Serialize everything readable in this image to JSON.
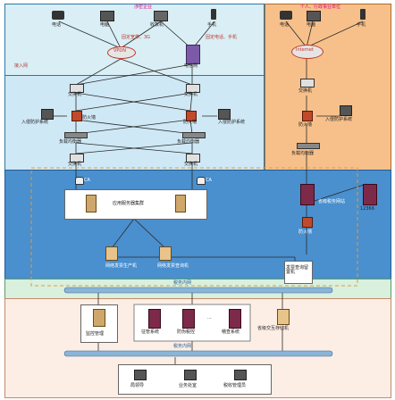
{
  "colors": {
    "access_bg": "#d9eef5",
    "access_frame": "#2b79a8",
    "core_bg": "#cfe8f5",
    "public_bg": "#f7c08a",
    "service_bg": "#4a8fce",
    "inner_bg": "#d8f0dc",
    "bottom_bg": "#fdeee5",
    "line": "#2a2a2a",
    "bus": "#8ab4d8",
    "red": "#c0392b",
    "pink": "#e4007f"
  },
  "labels": {
    "enterprise": "涉密企业",
    "phone_left": "电话",
    "pc_left": "电脑",
    "cashier": "收款机",
    "mobile_left": "手机",
    "link_broadband": "固定宽带、3G",
    "link_phone": "固定电话、手机",
    "vpdn": "VPDN",
    "telecom": "电信网",
    "access_net": "接入网",
    "switch_1": "交换机",
    "switch_2": "交换机",
    "firewall_1": "防火墙",
    "firewall_2": "防火墙",
    "ids_1": "入侵防护系统",
    "ids_2": "入侵防护系统",
    "lb_1": "负载均衡器",
    "lb_2": "负载均衡器",
    "switch_3": "交换机",
    "switch_4": "交换机",
    "public_title": "个人、行政事业单位",
    "phone_right": "电话",
    "pc_right": "电脑",
    "mobile_right": "手机",
    "internet": "Internet",
    "switch_5": "交换机",
    "firewall_3": "防火墙",
    "ids_3": "入侵防护系统",
    "lb_3": "负载均衡器",
    "ca_1": "CA",
    "ca_2": "CA",
    "app_cluster": "应用服务器集群",
    "provincial_site": "省级税务网站",
    "hotline": "12366",
    "firewall_4": "防火墙",
    "invoice_gen": "网络发票生产机",
    "invoice_query": "网络发票查询机",
    "invoice_query_dev": "发票查询留置机",
    "tax_net_1": "税务内网",
    "monitor": "监控管理",
    "tax_collection": "征管系统",
    "anti_fraud": "防伪税控",
    "special_ops": "...",
    "compare_sys": "稽查系统",
    "cross_compare": "省级交互存储机",
    "tax_net_2": "税务内网",
    "bureau_leader": "局领导",
    "business_office": "业务处室",
    "tax_manager": "税收管理员"
  }
}
